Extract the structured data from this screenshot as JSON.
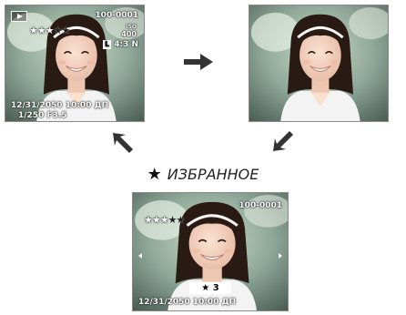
{
  "screens": [
    {
      "frame_no": "100-0001",
      "rating_stars": 3,
      "rating_max": 5,
      "iso_label": "ISO",
      "iso_value": "400",
      "size_badge": "L",
      "ratio_quality": "4:3 N",
      "datetime": "12/31/2050  10:00 ДП",
      "exposure": "1/250    F3.5"
    },
    {
      "frame_no": "100-0001",
      "rating_stars": 3,
      "rating_max": 5,
      "rating_label": "3",
      "datetime": "12/31/2050  10:00 ДП"
    }
  ],
  "caption": {
    "star_glyph": "★",
    "text": "ИЗБРАННОЕ"
  },
  "colors": {
    "arrow": "#333333",
    "osd_text": "#ffffff"
  },
  "icons": [
    "playback-icon",
    "arrow-right-icon",
    "arrow-down-left-icon",
    "arrow-up-left-icon",
    "star-icon",
    "nav-left-icon",
    "nav-right-icon"
  ]
}
